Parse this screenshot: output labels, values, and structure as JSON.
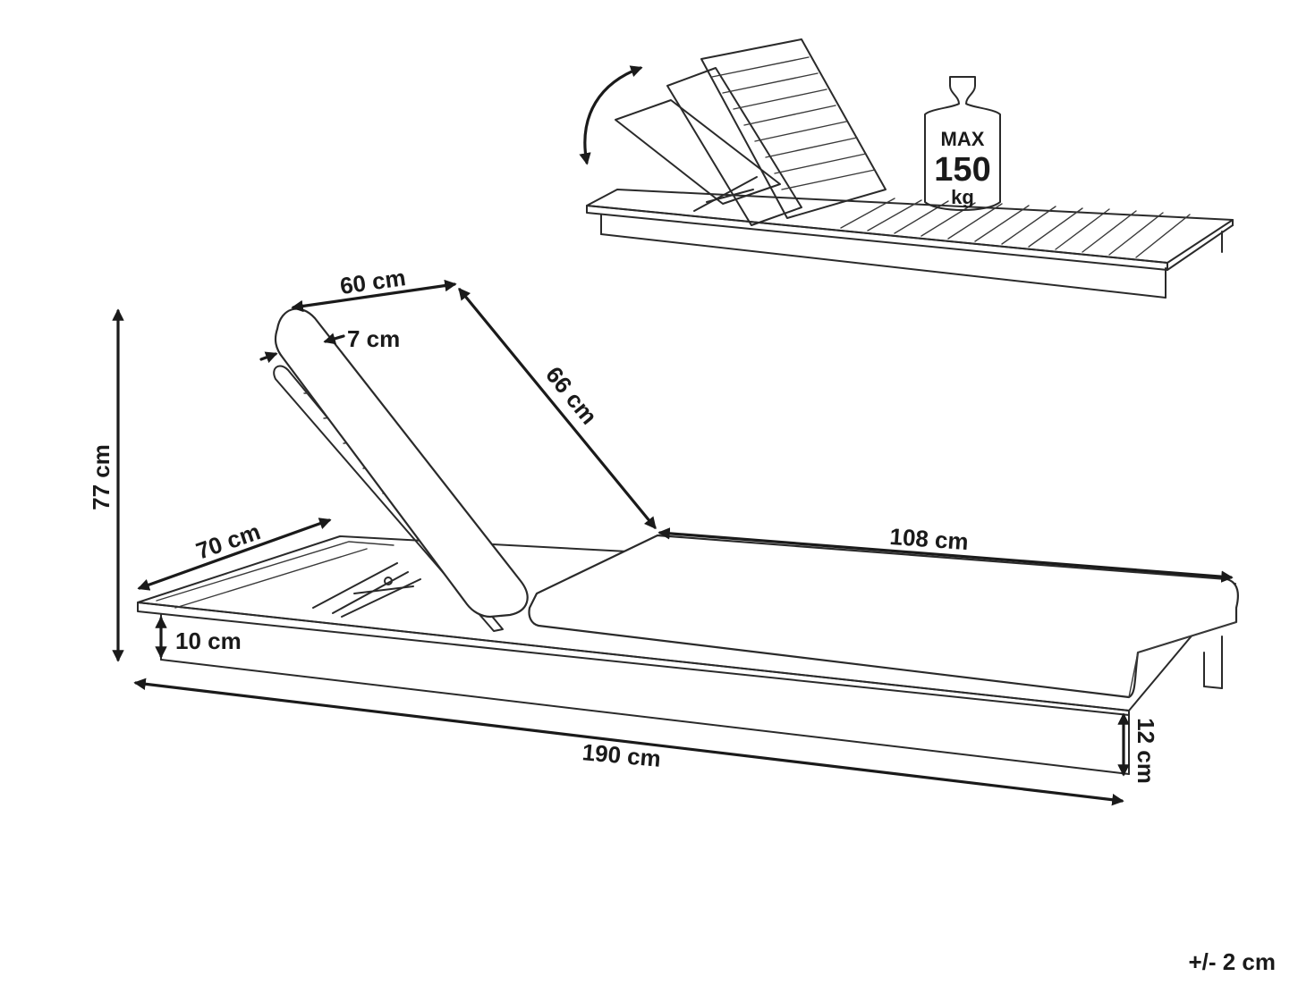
{
  "dimensions": {
    "backrest_width": "60 cm",
    "cushion_thickness": "7 cm",
    "backrest_length": "66 cm",
    "total_height": "77 cm",
    "width": "70 cm",
    "seat_cushion_length": "108 cm",
    "frame_height": "10 cm",
    "leg_height": "12 cm",
    "total_length": "190 cm"
  },
  "max_load": {
    "label": "MAX",
    "value": "150",
    "unit": "kg"
  },
  "tolerance": "+/- 2 cm"
}
